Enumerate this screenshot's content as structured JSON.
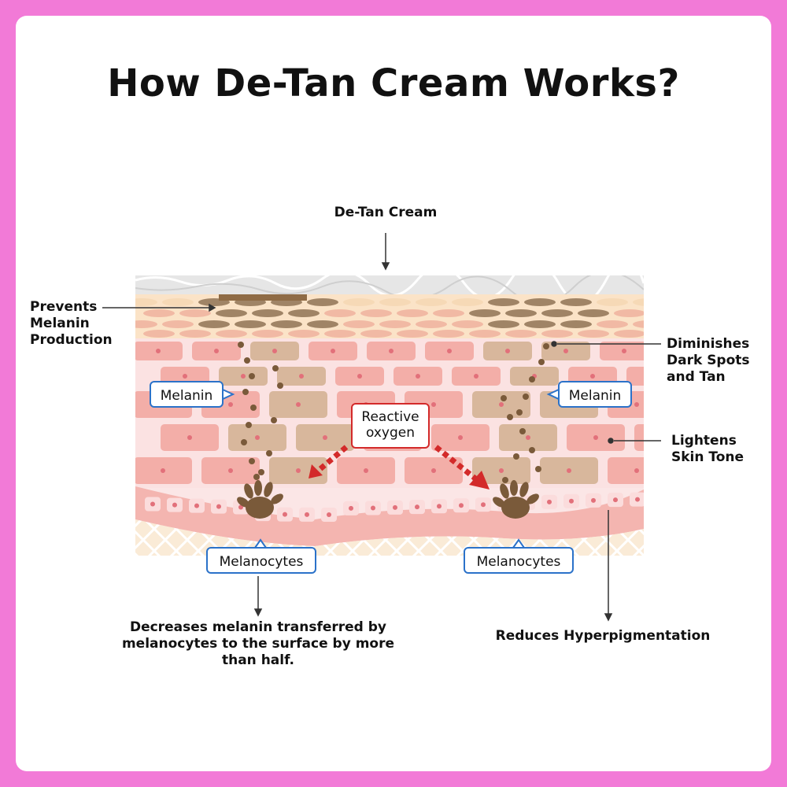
{
  "title": "How De-Tan Cream Works?",
  "labels": {
    "cream": "De-Tan Cream",
    "prevents": [
      "Prevents",
      "Melanin",
      "Production"
    ],
    "diminishes": [
      "Diminishes",
      "Dark Spots",
      "and Tan"
    ],
    "lightens": [
      "Lightens",
      "Skin Tone"
    ],
    "decreases": [
      "Decreases melanin transferred by",
      "melanocytes to the surface by more",
      "than half."
    ],
    "reduces": "Reduces Hyperpigmentation"
  },
  "bubbles": {
    "melanin_left": "Melanin",
    "melanin_right": "Melanin",
    "melanocytes_left": "Melanocytes",
    "melanocytes_right": "Melanocytes",
    "reactive_oxygen": [
      "Reactive",
      "oxygen"
    ]
  },
  "colors": {
    "background": "#f27ad7",
    "card": "#ffffff",
    "bubble_border": "#2b72c9",
    "reactive_border": "#d32a2a",
    "melanin_brown": "#7a5a3a",
    "skin_pink": "#f4b5b0"
  }
}
